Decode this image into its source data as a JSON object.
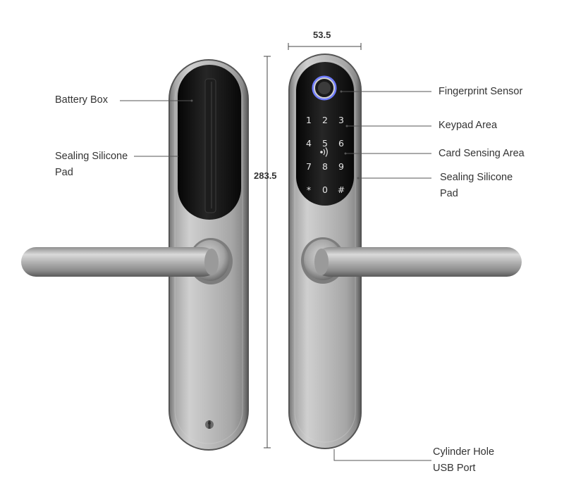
{
  "dimensions": {
    "width": "53.5",
    "height": "283.5"
  },
  "labels": {
    "battery_box": "Battery Box",
    "sealing_pad_left": [
      "Sealing Silicone",
      "Pad"
    ],
    "fingerprint_sensor": "Fingerprint Sensor",
    "keypad_area": "Keypad Area",
    "card_sensing_area": "Card Sensing Area",
    "sealing_pad_right": [
      "Sealing Silicone",
      "Pad"
    ],
    "bottom": [
      "Cylinder Hole",
      "USB Port"
    ]
  },
  "keypad": [
    "1",
    "2",
    "3",
    "4",
    "5",
    "6",
    "7",
    "8",
    "9",
    "*",
    "0",
    "#"
  ],
  "colors": {
    "text": "#333333",
    "leader_line": "#555555",
    "panel_metal": "#b8b8b8",
    "panel_dark": "#111111",
    "fingerprint_ring": "#6f7cff"
  }
}
